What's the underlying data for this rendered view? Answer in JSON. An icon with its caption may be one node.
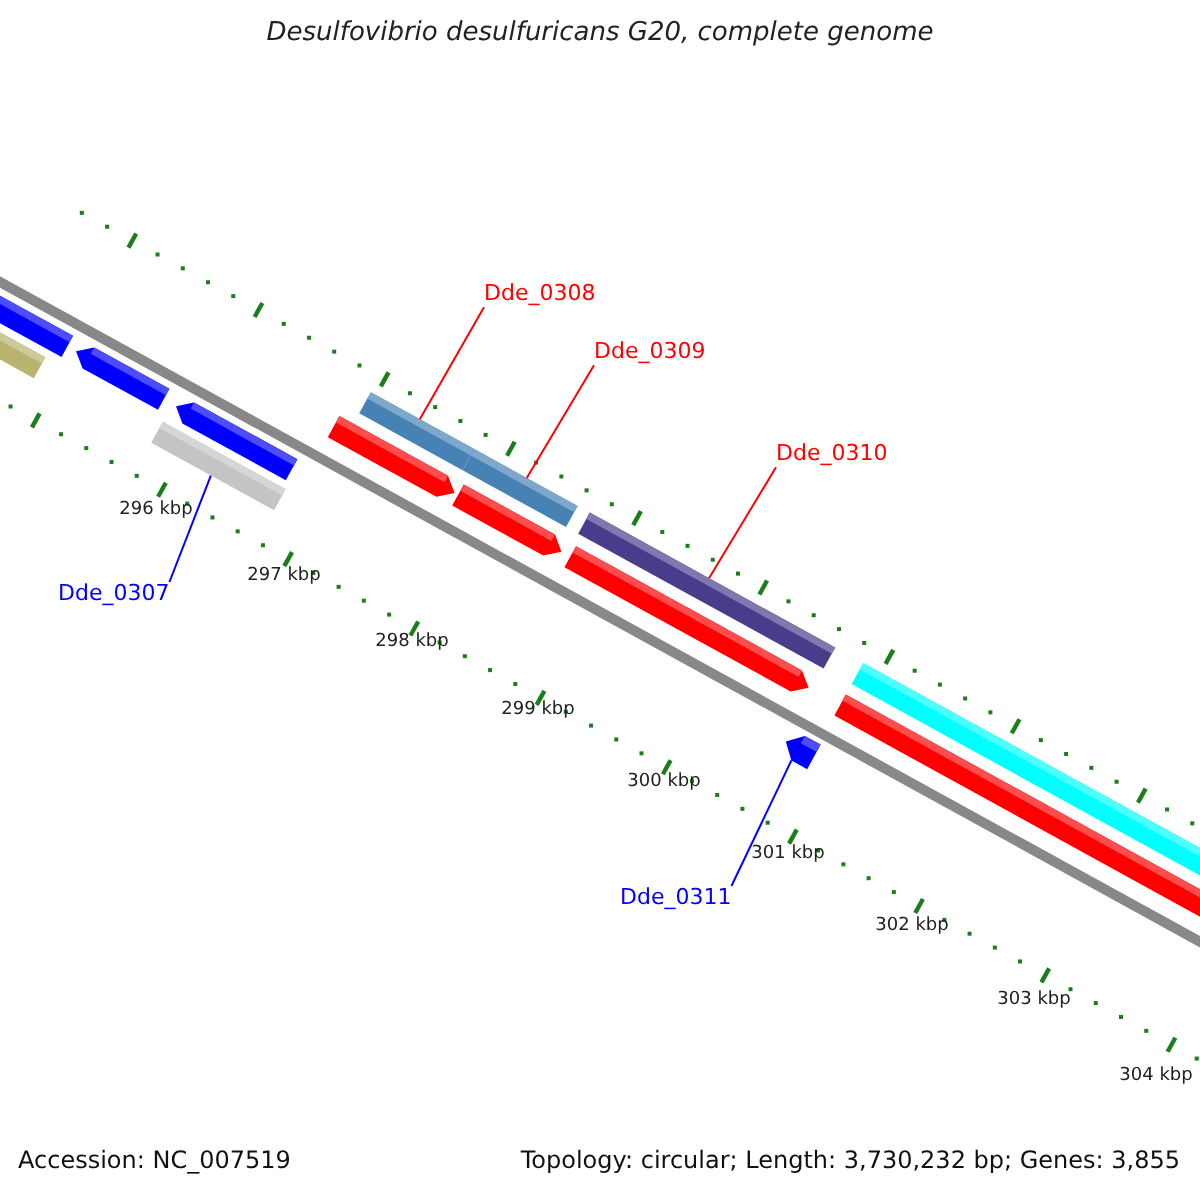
{
  "diagram": {
    "title": "Desulfovibrio desulfuricans G20, complete genome",
    "nodes": [
      {
        "text": [
          "Dde_0308"
        ]
      },
      {
        "text": [],
        "shape": "bar"
      },
      {
        "text": [
          "Dde_0309"
        ]
      },
      {
        "text": [],
        "shape": "bar"
      },
      {
        "text": [
          "Dde_0310"
        ]
      },
      {
        "text": [],
        "shape": "bar"
      },
      {
        "text": [
          "Dde_0307"
        ]
      },
      {
        "text": [],
        "shape": "bar"
      },
      {
        "text": [
          "Dde_0311"
        ]
      },
      {
        "text": [],
        "shape": "arrow"
      }
    ],
    "edges": [
      {
        "from": 0,
        "to": 1,
        "arrow": "none"
      },
      {
        "from": 2,
        "to": 3,
        "arrow": "none"
      },
      {
        "from": 4,
        "to": 5,
        "arrow": "none"
      },
      {
        "from": 6,
        "to": 7,
        "arrow": "none",
        "color": "#0000ff"
      },
      {
        "from": 8,
        "to": 9,
        "arrow": "none",
        "color": "#0000ff"
      }
    ],
    "labels": [
      "296 kbp",
      "297 kbp",
      "298 kbp",
      "299 kbp",
      "300 kbp",
      "301 kbp",
      "302 kbp",
      "303 kbp",
      "304 kbp",
      "Accession: NC_007519",
      "Topology: circular; Length: 3,730,232 bp; Genes: 3,855"
    ]
  }
}
